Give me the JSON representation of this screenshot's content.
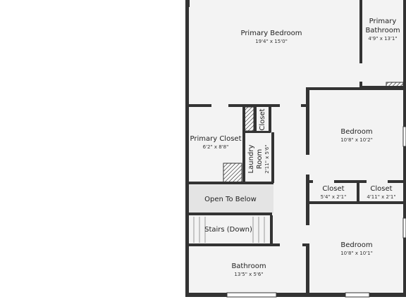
{
  "rooms": {
    "primary_bedroom": {
      "name": "Primary Bedroom",
      "dims": "19'4\" x 15'0\""
    },
    "primary_bathroom": {
      "name_line1": "Primary",
      "name_line2": "Bathroom",
      "dims": "4'9\" x 13'1\""
    },
    "closet_small": {
      "name": "Closet"
    },
    "primary_closet": {
      "name": "Primary Closet",
      "dims": "6'2\" x 8'8\""
    },
    "laundry": {
      "name_line1": "Laundry",
      "name_line2": "Room",
      "dims": "2'11\" x 5'6\""
    },
    "bedroom_upper": {
      "name": "Bedroom",
      "dims": "10'8\" x 10'2\""
    },
    "closet_left": {
      "name": "Closet",
      "dims": "5'4\" x 2'1\""
    },
    "closet_right": {
      "name": "Closet",
      "dims": "4'11\" x 2'1\""
    },
    "open_to_below": {
      "name": "Open To Below"
    },
    "stairs": {
      "name": "Stairs (Down)"
    },
    "bedroom_lower": {
      "name": "Bedroom",
      "dims": "10'8\" x 10'1\""
    },
    "bathroom": {
      "name": "Bathroom",
      "dims": "13'5\" x 5'6\""
    }
  },
  "colors": {
    "wall": "#333333",
    "floor": "#f3f3f3",
    "open_area": "#e4e4e4",
    "window": "#ffffff"
  }
}
